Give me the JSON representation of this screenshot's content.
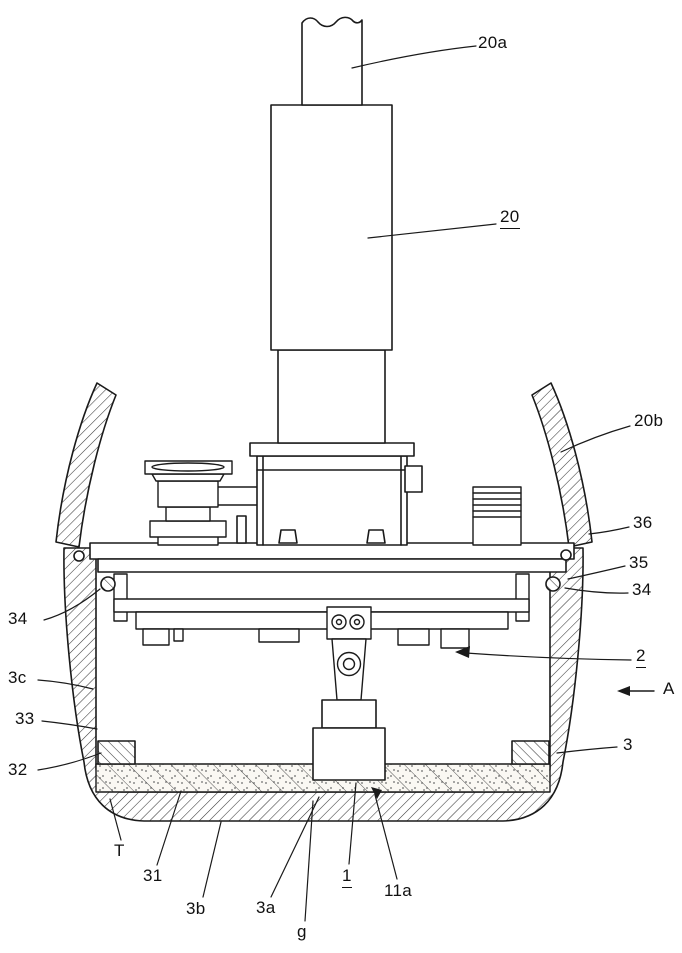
{
  "figure": {
    "kind": "patent-cross-section-drawing",
    "background": "#ffffff",
    "line_color": "#1a1a1a",
    "labels": {
      "l20a": "20a",
      "l20": "20",
      "l20b": "20b",
      "l36": "36",
      "l35": "35",
      "l34_right": "34",
      "l34_left": "34",
      "l2": "2",
      "lA": "A",
      "l3c": "3c",
      "l33": "33",
      "l32": "32",
      "l3": "3",
      "lT": "T",
      "l31": "31",
      "l3b": "3b",
      "l3a": "3a",
      "lg": "g",
      "l1": "1",
      "l11a": "11a"
    },
    "underlined_refs": [
      "20",
      "2",
      "1"
    ]
  }
}
